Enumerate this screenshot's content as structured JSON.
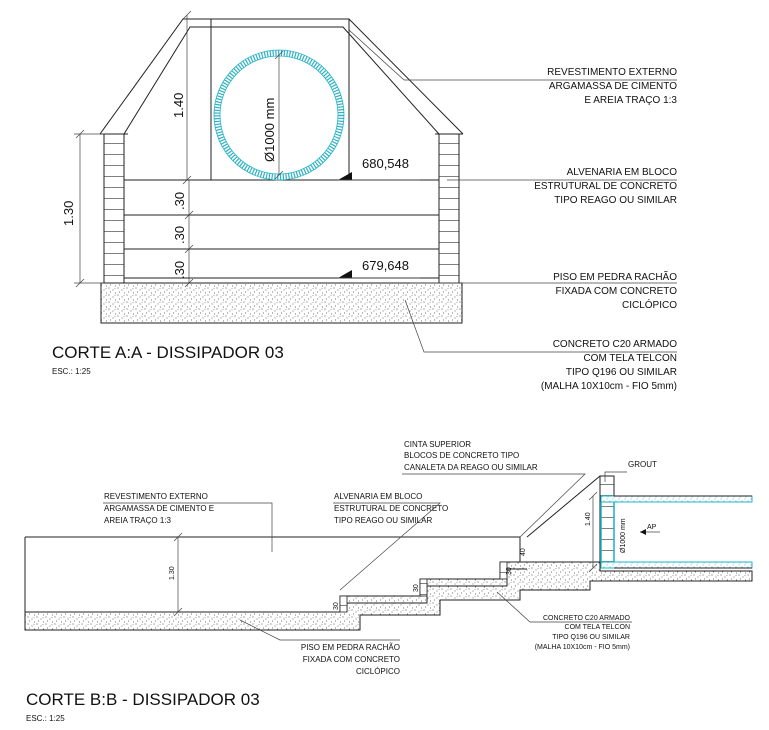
{
  "section_a": {
    "title": "CORTE A:A - DISSIPADOR 03",
    "scale": "ESC.: 1:25",
    "pipe_label": "Ø1000 mm",
    "dim_height_total": "1.30",
    "dim_height_top": "1.40",
    "dim_course_1": ".30",
    "dim_course_2": ".30",
    "dim_course_3": ".30",
    "level_top": "680,548",
    "level_bottom": "679,648",
    "notes": {
      "revestimento": [
        "REVESTIMENTO EXTERNO",
        "ARGAMASSA DE CIMENTO",
        "E AREIA TRAÇO 1:3"
      ],
      "alvenaria": [
        "ALVENARIA EM BLOCO",
        "ESTRUTURAL DE CONCRETO",
        "TIPO REAGO OU SIMILAR"
      ],
      "piso": [
        "PISO EM PEDRA RACHÃO",
        "FIXADA COM CONCRETO",
        "CICLÓPICO"
      ],
      "concreto": [
        "CONCRETO C20 ARMADO",
        "COM TELA TELCON",
        "TIPO Q196 OU SIMILAR",
        "(MALHA 10X10cm - FIO 5mm)"
      ]
    }
  },
  "section_b": {
    "title": "CORTE B:B - DISSIPADOR 03",
    "scale": "ESC.: 1:25",
    "pipe_label": "Ø1000 mm",
    "dim_height": "1.30",
    "dim_pipe_height": "1.40",
    "dim_step_1": "30",
    "dim_step_2": "30",
    "dim_step_3": "30",
    "dim_step_top": "40",
    "flow_mark": "AP",
    "notes": {
      "revestimento": [
        "REVESTIMENTO EXTERNO",
        "ARGAMASSA DE CIMENTO E",
        "AREIA TRAÇO 1:3"
      ],
      "alvenaria": [
        "ALVENARIA EM BLOCO",
        "ESTRUTURAL DE CONCRETO",
        "TIPO REAGO OU SIMILAR"
      ],
      "cinta": [
        "CINTA SUPERIOR",
        "BLOCOS DE CONCRETO TIPO",
        "CANALETA DA REAGO OU SIMILAR"
      ],
      "grout": "GROUT",
      "concreto": [
        "CONCRETO C20 ARMADO",
        "COM TELA TELCON",
        "TIPO Q196 OU SIMILAR",
        "(MALHA 10X10cm - FIO 5mm)"
      ],
      "piso": [
        "PISO EM PEDRA RACHÃO",
        "FIXADA COM CONCRETO",
        "CICLÓPICO"
      ]
    }
  }
}
